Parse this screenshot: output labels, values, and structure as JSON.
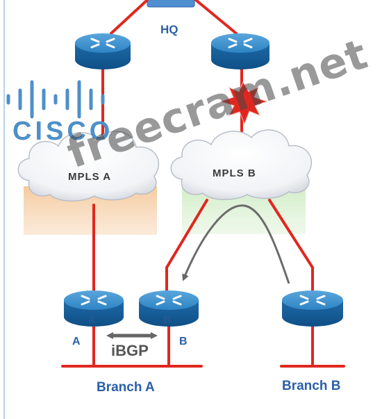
{
  "labels": {
    "hq": "HQ",
    "mpls_a": "MPLS A",
    "mpls_b": "MPLS B",
    "router_a": "A",
    "router_b": "B",
    "ibgp": "iBGP",
    "branch_a": "Branch A",
    "branch_b": "Branch B"
  },
  "logo": {
    "text": "CISCO"
  },
  "watermark": "freecram.net",
  "colors": {
    "link_red": "#e0271f",
    "router_blue": "#1f6fb0",
    "logo_blue": "#4f8fc8",
    "label_blue": "#2a5fa8",
    "failure_red": "#e0271f",
    "ibgp_arrow": "#666666"
  }
}
